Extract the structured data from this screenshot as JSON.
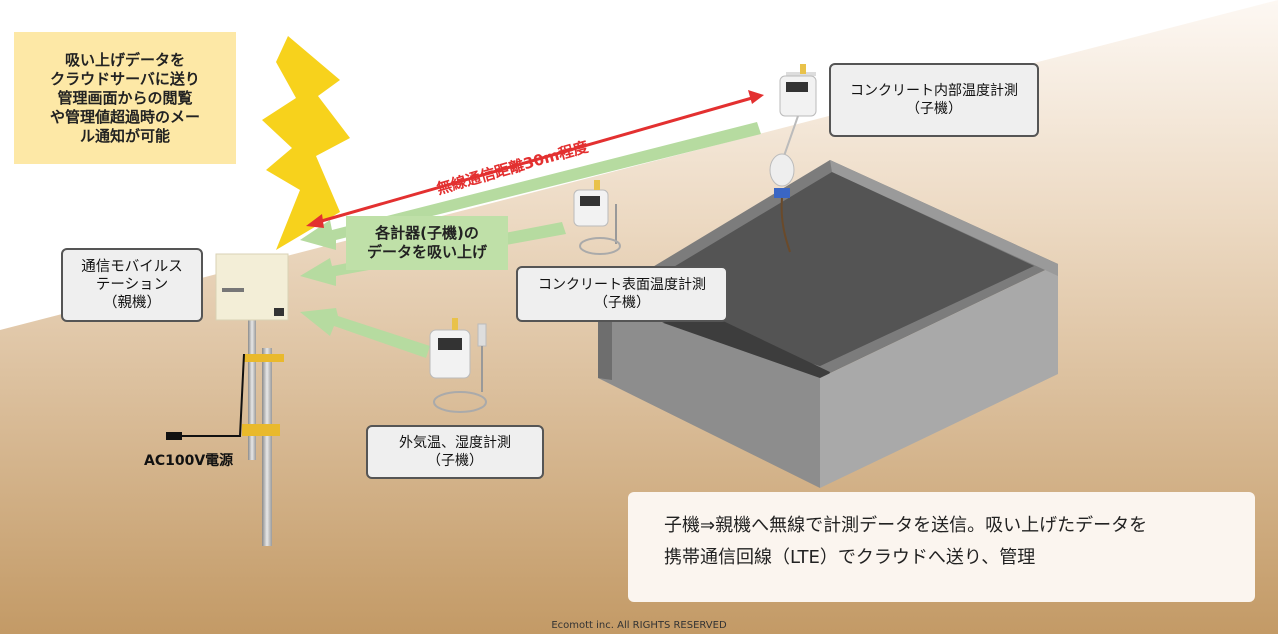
{
  "callout": {
    "lines": [
      "吸い上げデータを",
      "クラウドサーバに送り",
      "管理画面からの閲覧",
      "や管理値超過時のメー",
      "ル通知が可能"
    ]
  },
  "parent_station": {
    "lines": [
      "通信モバイルス",
      "テーション",
      "（親機）"
    ]
  },
  "power": {
    "label": "AC100V電源"
  },
  "wireless": {
    "label": "無線通信距離30m程度"
  },
  "collect": {
    "lines": [
      "各計器(子機)の",
      "データを吸い上げ"
    ]
  },
  "sensors": {
    "inside": {
      "lines": [
        "コンクリート内部温度計測",
        "（子機）"
      ]
    },
    "surface": {
      "lines": [
        "コンクリート表面温度計測",
        "（子機）"
      ]
    },
    "outdoor": {
      "lines": [
        "外気温、湿度計測",
        "（子機）"
      ]
    }
  },
  "summary": {
    "lines": [
      "子機⇒親機へ無線で計測データを送信。吸い上げたデータを",
      "携帯通信回線（LTE）でクラウドへ送り、管理"
    ]
  },
  "footer": {
    "text": "Ecomott inc. All RIGHTS RESERVED"
  },
  "colors": {
    "ground": "#c9a16d",
    "callout": "#fde8a6",
    "arrow_green": "#b6dba0",
    "arrow_red": "#e33030",
    "lightning": "#f7d21c"
  }
}
